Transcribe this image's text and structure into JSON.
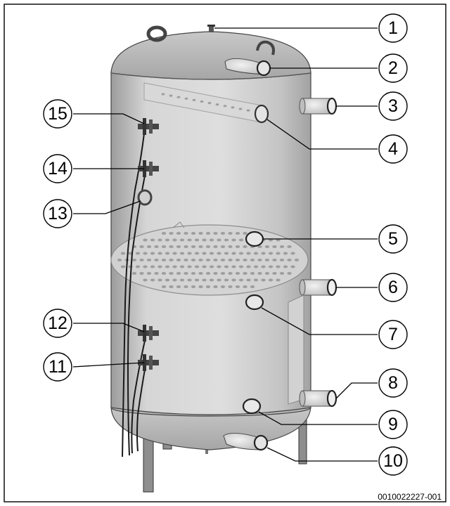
{
  "figure": {
    "callouts": [
      "1",
      "2",
      "3",
      "4",
      "5",
      "6",
      "7",
      "8",
      "9",
      "10",
      "11",
      "12",
      "13",
      "14",
      "15"
    ],
    "document_id": "0010022227-001",
    "colors": {
      "tank_body": "#cfcfcf",
      "tank_shadow": "#a9a9a9",
      "dome": "#b9b9b9",
      "pipe": "#dcdcdc",
      "outline": "#000000",
      "background": "#ffffff"
    }
  }
}
